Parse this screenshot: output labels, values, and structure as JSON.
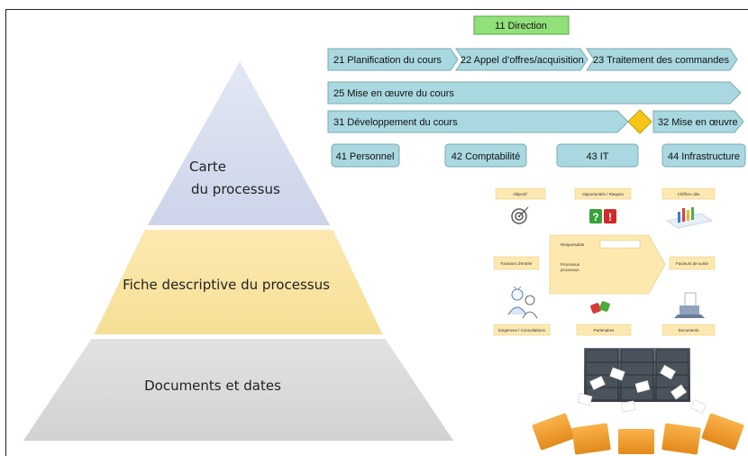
{
  "pyramid": {
    "top": "Carte\ndu processus",
    "middle": "Fiche descriptive du processus",
    "bottom": "Documents et dates"
  },
  "process_map": {
    "direction": "11 Direction",
    "row1": [
      "21 Planification du cours",
      "22 Appel d’offres/acquisition",
      "23 Traitement des commandes"
    ],
    "row2": "25 Mise en œuvre du cours",
    "row3": [
      "31 Développement du cours",
      "32 Mise en œuvre"
    ],
    "support": [
      "41 Personnel",
      "42 Comptabilité",
      "43 IT",
      "44 Infrastructure"
    ]
  },
  "fiche": {
    "top": [
      "Objectif",
      "Opportunités / Risques",
      "Chiffres clés"
    ],
    "left": "Facteurs d'entrée",
    "right": "Facteurs de sortie",
    "center_owner": "Responsable",
    "center_proc_1": "Processus",
    "center_proc_2": "processus",
    "bottom": [
      "Exigences / Consultations",
      "Partenaires",
      "Documents"
    ]
  },
  "colors": {
    "pyramid_top": "#d6dcef",
    "pyramid_mid": "#f8e3a0",
    "pyramid_bot": "#d9d9d9",
    "process_teal": "#a9d8e0",
    "direction_green": "#92e07a",
    "diamond": "#f5c518",
    "note_yellow": "#fde9b0"
  }
}
